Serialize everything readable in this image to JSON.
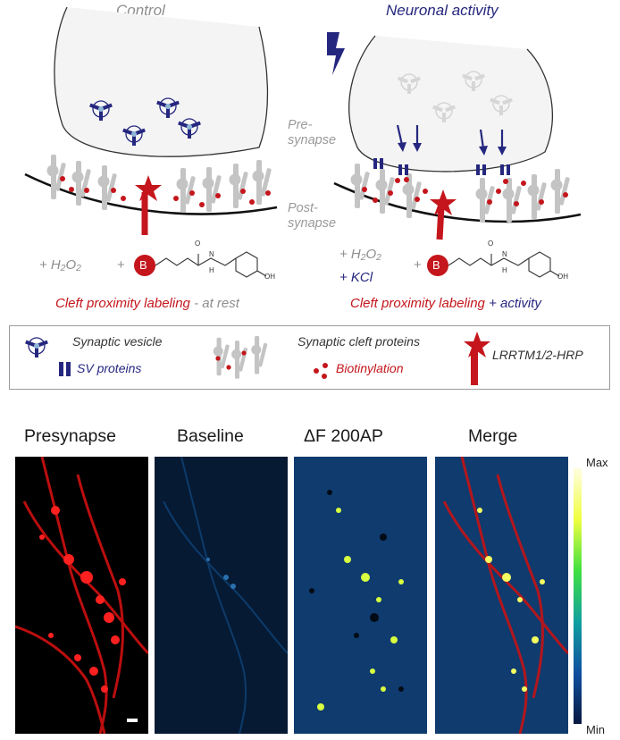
{
  "top": {
    "control_title": "Control",
    "activity_title": "Neuronal activity",
    "pre_label_line1": "Pre-",
    "pre_label_line2": "synapse",
    "post_label_line1": "Post-",
    "post_label_line2": "synapse",
    "left_reagent_h2o2": "+ H₂O₂",
    "left_reagent_plus": "+",
    "right_reagent_h2o2": "+ H₂O₂",
    "right_reagent_kcl": "+ KCl",
    "right_reagent_plus": "+",
    "biotin_letter": "B",
    "amide_o": "O",
    "amide_n": "N",
    "amide_h": "H",
    "phenol_oh": "OH",
    "left_caption_red": "Cleft proximity labeling",
    "left_caption_gray": " - at rest",
    "right_caption_red": "Cleft proximity labeling",
    "right_caption_navy": " + activity"
  },
  "legend": {
    "vesicle": "Synaptic vesicle",
    "sv_proteins": "SV proteins",
    "cleft": "Synaptic cleft proteins",
    "biotinylation": "Biotinylation",
    "hrp": "LRRTM1/2-HRP"
  },
  "panels": {
    "titles": [
      "Presynapse",
      "Baseline",
      "ΔF 200AP",
      "Merge"
    ]
  },
  "colorbar": {
    "max_label": "Max",
    "min_label": "Min"
  },
  "colors": {
    "navy": "#25277f",
    "red": "#c4161c",
    "gray": "#8e8e8e",
    "panel_blue": "#0f3b6e"
  }
}
